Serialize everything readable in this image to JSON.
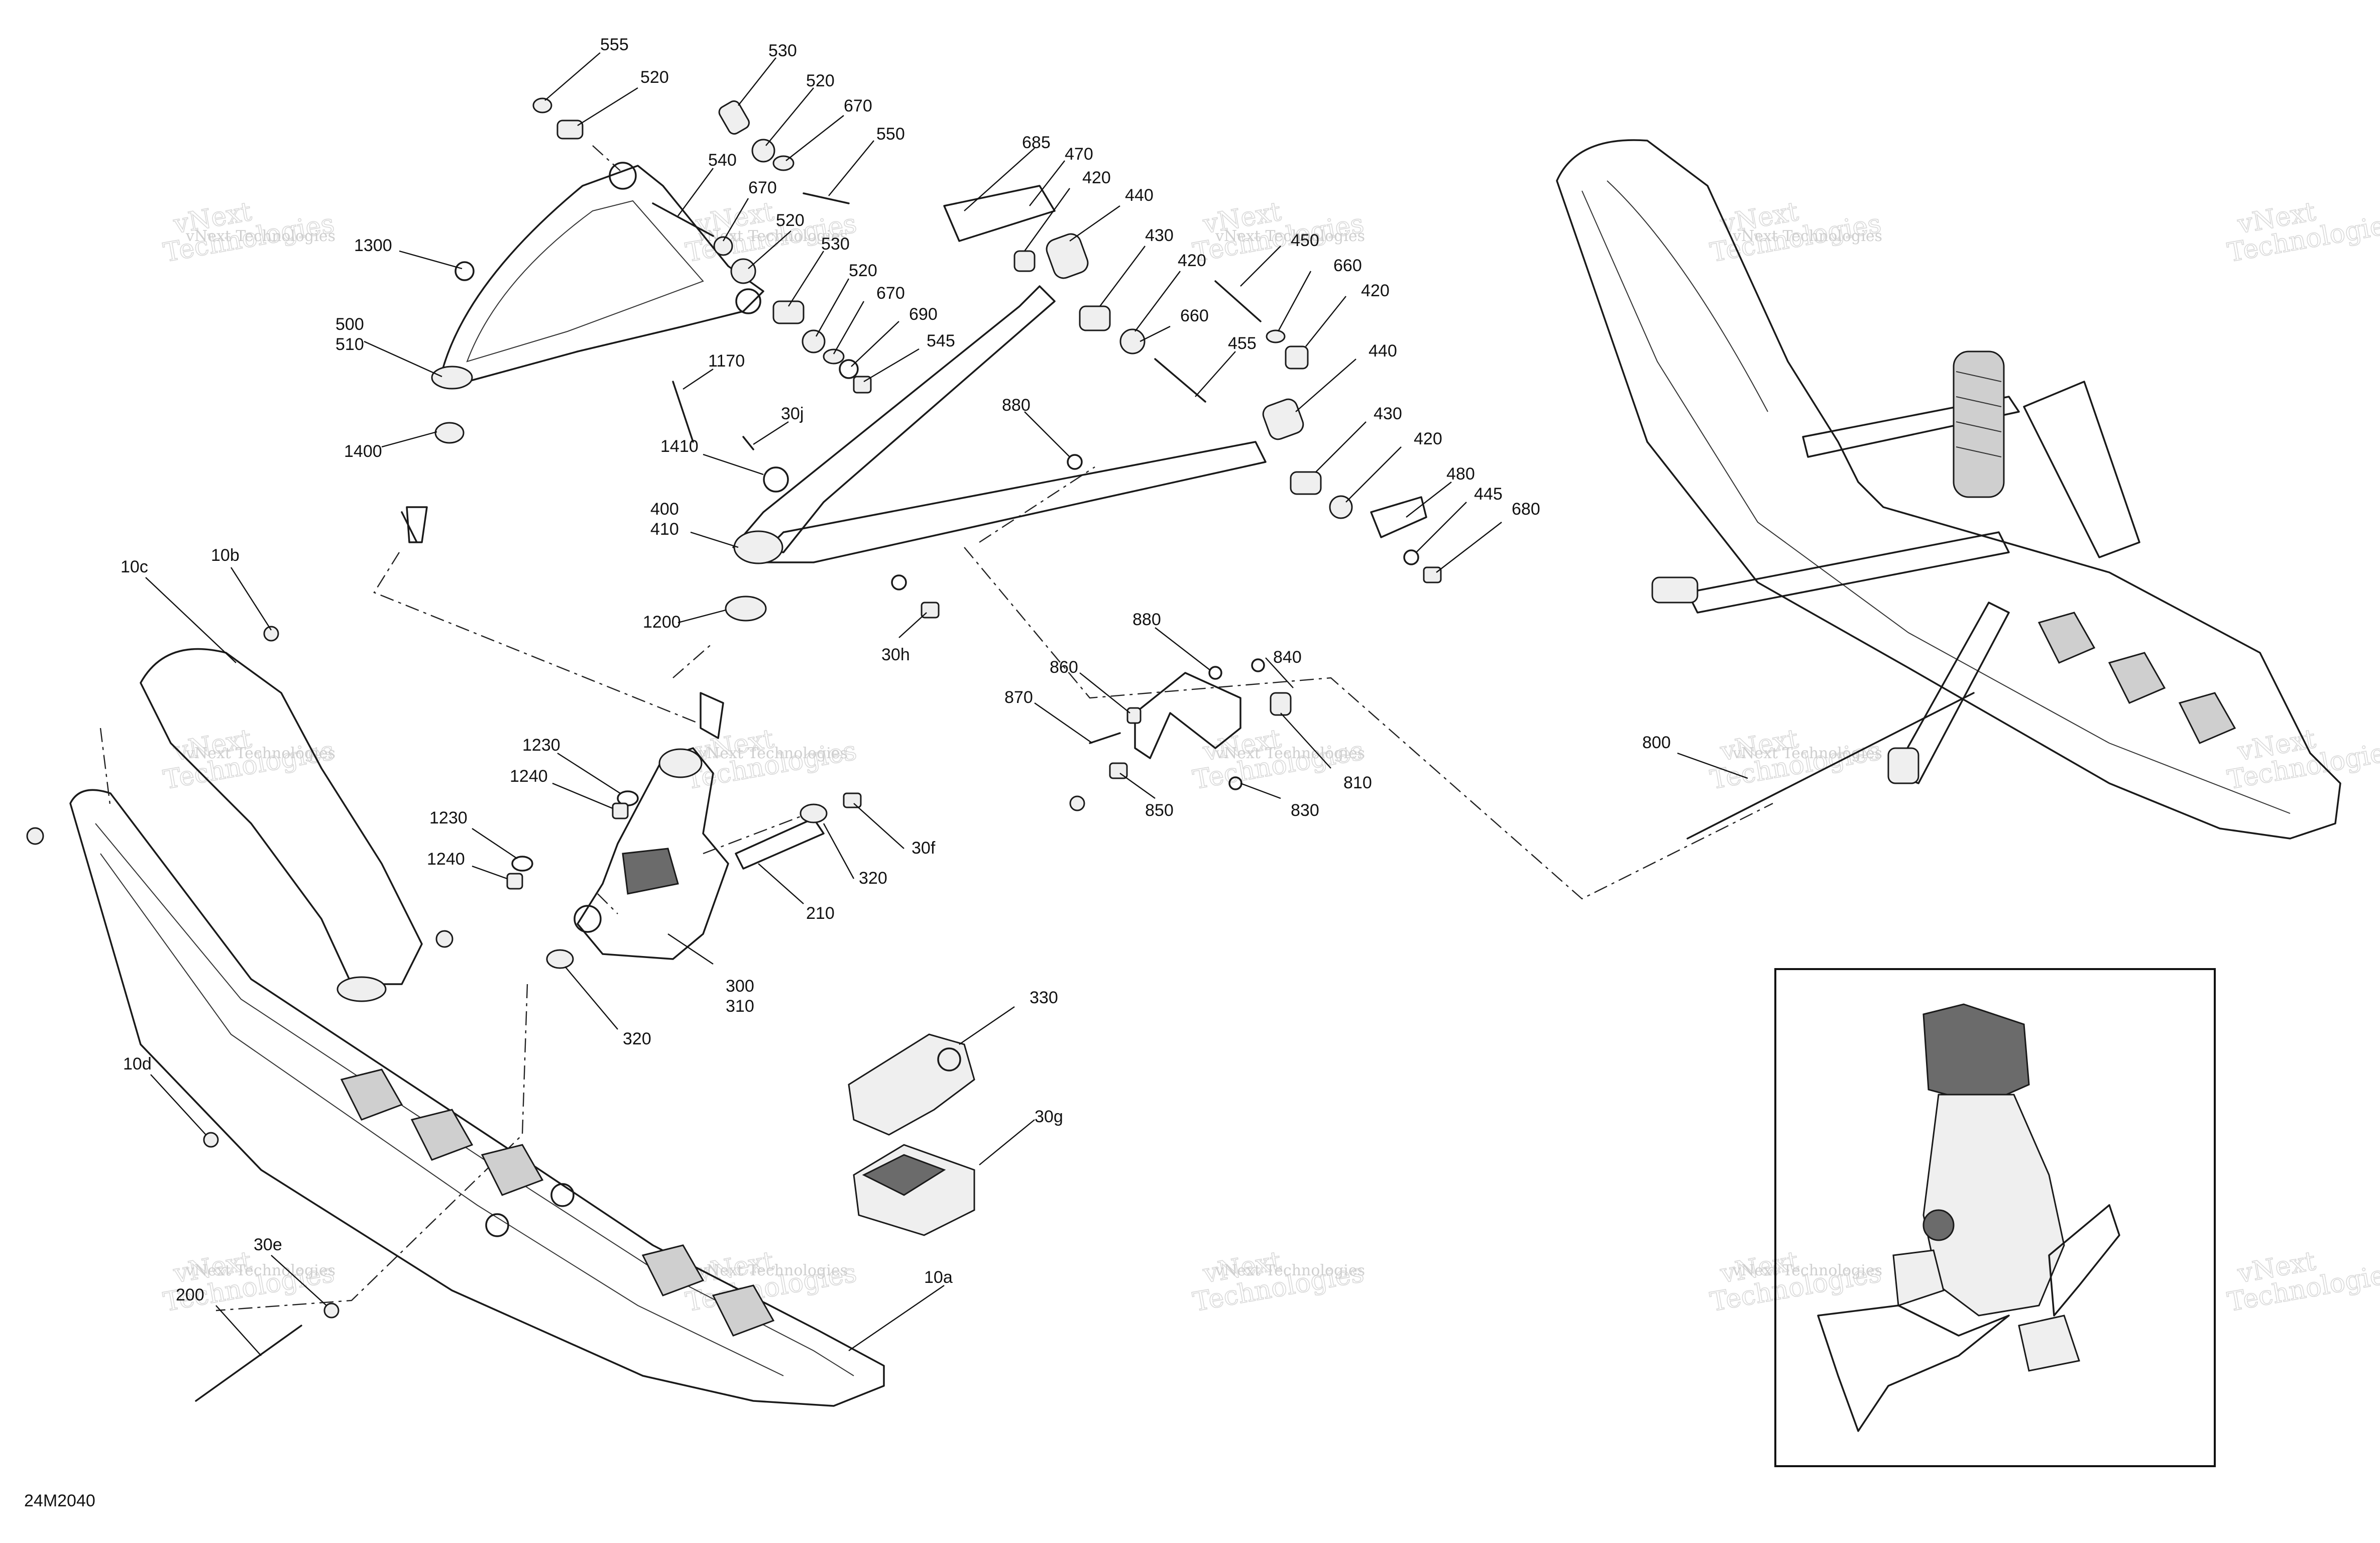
{
  "diagram": {
    "code": "24M2040",
    "watermark": {
      "line1": "vNext Technologies",
      "line2a": "vNext",
      "line2b": "Technologies"
    },
    "labels": [
      {
        "id": "555",
        "text": "555"
      },
      {
        "id": "520a",
        "text": "520"
      },
      {
        "id": "530a",
        "text": "530"
      },
      {
        "id": "520b",
        "text": "520"
      },
      {
        "id": "670a",
        "text": "670"
      },
      {
        "id": "550",
        "text": "550"
      },
      {
        "id": "540",
        "text": "540"
      },
      {
        "id": "670b",
        "text": "670"
      },
      {
        "id": "520c",
        "text": "520"
      },
      {
        "id": "530b",
        "text": "530"
      },
      {
        "id": "520d",
        "text": "520"
      },
      {
        "id": "670c",
        "text": "670"
      },
      {
        "id": "690",
        "text": "690"
      },
      {
        "id": "545",
        "text": "545"
      },
      {
        "id": "1300",
        "text": "1300"
      },
      {
        "id": "500",
        "text": "500"
      },
      {
        "id": "510",
        "text": "510"
      },
      {
        "id": "1400",
        "text": "1400"
      },
      {
        "id": "685",
        "text": "685"
      },
      {
        "id": "470",
        "text": "470"
      },
      {
        "id": "420a",
        "text": "420"
      },
      {
        "id": "440a",
        "text": "440"
      },
      {
        "id": "430a",
        "text": "430"
      },
      {
        "id": "450",
        "text": "450"
      },
      {
        "id": "420b",
        "text": "420"
      },
      {
        "id": "660a",
        "text": "660"
      },
      {
        "id": "420c",
        "text": "420"
      },
      {
        "id": "660b",
        "text": "660"
      },
      {
        "id": "455",
        "text": "455"
      },
      {
        "id": "440b",
        "text": "440"
      },
      {
        "id": "430b",
        "text": "430"
      },
      {
        "id": "420d",
        "text": "420"
      },
      {
        "id": "480",
        "text": "480"
      },
      {
        "id": "445",
        "text": "445"
      },
      {
        "id": "680",
        "text": "680"
      },
      {
        "id": "1170",
        "text": "1170"
      },
      {
        "id": "30j",
        "text": "30j"
      },
      {
        "id": "1410",
        "text": "1410"
      },
      {
        "id": "880a",
        "text": "880"
      },
      {
        "id": "400",
        "text": "400"
      },
      {
        "id": "410",
        "text": "410"
      },
      {
        "id": "1200",
        "text": "1200"
      },
      {
        "id": "30h",
        "text": "30h"
      },
      {
        "id": "880b",
        "text": "880"
      },
      {
        "id": "860",
        "text": "860"
      },
      {
        "id": "840",
        "text": "840"
      },
      {
        "id": "870",
        "text": "870"
      },
      {
        "id": "810",
        "text": "810"
      },
      {
        "id": "850",
        "text": "850"
      },
      {
        "id": "830",
        "text": "830"
      },
      {
        "id": "10c",
        "text": "10c"
      },
      {
        "id": "10b",
        "text": "10b"
      },
      {
        "id": "1230a",
        "text": "1230"
      },
      {
        "id": "1240a",
        "text": "1240"
      },
      {
        "id": "1230b",
        "text": "1230"
      },
      {
        "id": "1240b",
        "text": "1240"
      },
      {
        "id": "30f",
        "text": "30f"
      },
      {
        "id": "320a",
        "text": "320"
      },
      {
        "id": "210",
        "text": "210"
      },
      {
        "id": "300",
        "text": "300"
      },
      {
        "id": "310",
        "text": "310"
      },
      {
        "id": "320b",
        "text": "320"
      },
      {
        "id": "330",
        "text": "330"
      },
      {
        "id": "30g",
        "text": "30g"
      },
      {
        "id": "10d",
        "text": "10d"
      },
      {
        "id": "30e",
        "text": "30e"
      },
      {
        "id": "200",
        "text": "200"
      },
      {
        "id": "10a",
        "text": "10a"
      },
      {
        "id": "800",
        "text": "800"
      }
    ]
  }
}
